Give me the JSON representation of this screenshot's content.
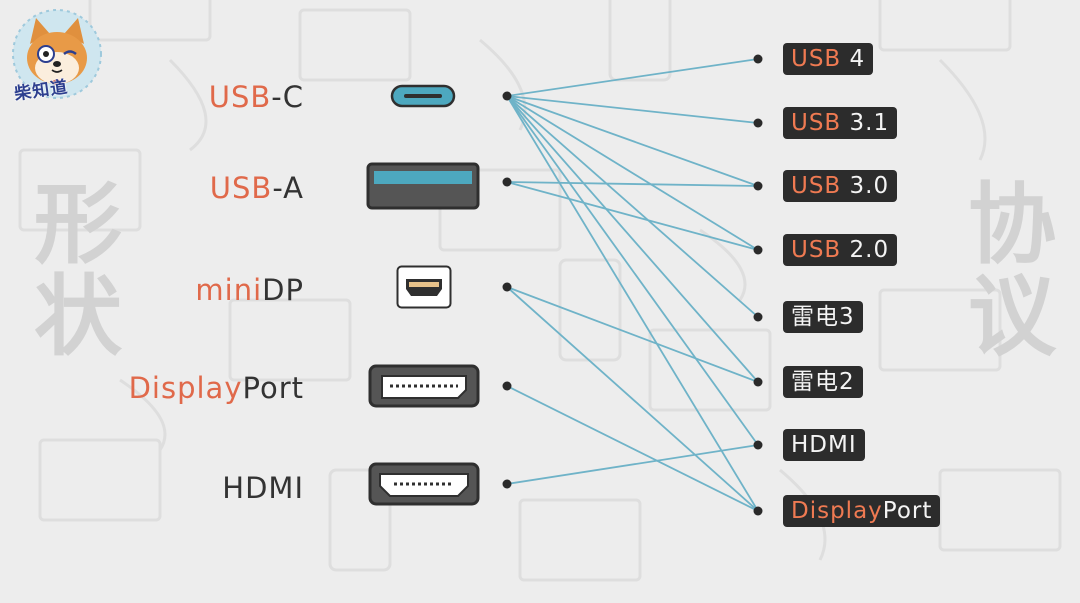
{
  "logo": {
    "text": "柴知道"
  },
  "side_titles": {
    "left": "形状",
    "right": "协议"
  },
  "shapes": [
    {
      "id": "usbc",
      "accent": "USB",
      "rest": "-C"
    },
    {
      "id": "usba",
      "accent": "USB",
      "rest": "-A"
    },
    {
      "id": "minidp",
      "accent": "mini",
      "rest": "DP"
    },
    {
      "id": "dp",
      "accent": "Display",
      "rest": "Port"
    },
    {
      "id": "hdmi",
      "accent": "",
      "rest": "HDMI"
    }
  ],
  "protocols": [
    {
      "id": "usb4",
      "accent": "USB",
      "rest": " 4"
    },
    {
      "id": "usb31",
      "accent": "USB",
      "rest": " 3.1"
    },
    {
      "id": "usb30",
      "accent": "USB",
      "rest": " 3.0"
    },
    {
      "id": "usb20",
      "accent": "USB",
      "rest": " 2.0"
    },
    {
      "id": "tb3",
      "accent": "",
      "rest": "雷电3"
    },
    {
      "id": "tb2",
      "accent": "",
      "rest": "雷电2"
    },
    {
      "id": "hdmi",
      "accent": "",
      "rest": "HDMI"
    },
    {
      "id": "dp",
      "accent": "Display",
      "rest": "Port"
    }
  ],
  "connections": {
    "usbc": [
      "usb4",
      "usb31",
      "usb30",
      "usb20",
      "tb3",
      "tb2",
      "hdmi",
      "dp"
    ],
    "usba": [
      "usb30",
      "usb20"
    ],
    "minidp": [
      "tb2",
      "dp"
    ],
    "dp": [
      "dp"
    ],
    "hdmi": [
      "hdmi"
    ]
  },
  "colors": {
    "accent": "#e0694a",
    "line": "#6fb3c8",
    "tag_bg": "#2c2c2c"
  }
}
